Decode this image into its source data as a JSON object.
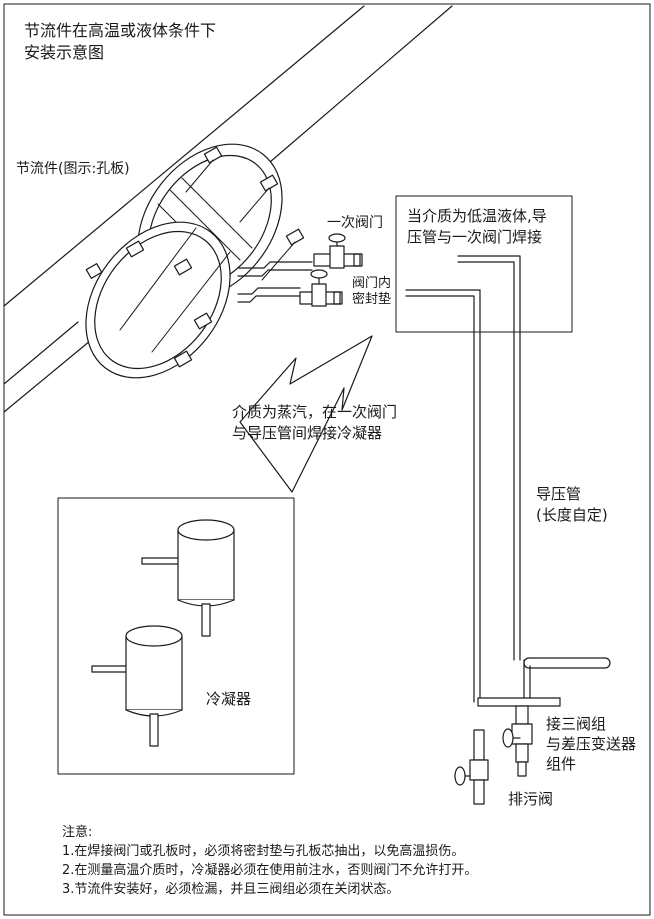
{
  "title": {
    "line1": "节流件在高温或液体条件下",
    "line2": "安装示意图"
  },
  "labels": {
    "throttle": "节流件(图示:孔板)",
    "primary_valve": "一次阀门",
    "valve_seal_1": "阀门内",
    "valve_seal_2": "密封垫",
    "low_temp_1": "当介质为低温液体,导",
    "low_temp_2": "压管与一次阀门焊接",
    "steam_1": "介质为蒸汽，在一次阀门",
    "steam_2": "与导压管间焊接冷凝器",
    "impulse_1": "导压管",
    "impulse_2": "(长度自定)",
    "condenser": "冷凝器",
    "manifold_1": "接三阀组",
    "manifold_2": "与差压变送器",
    "manifold_3": "组件",
    "drain": "排污阀"
  },
  "notes": {
    "heading": "注意:",
    "items": [
      "1.在焊接阀门或孔板时，必须将密封垫与孔板芯抽出，以免高温损伤。",
      "2.在测量高温介质时，冷凝器必须在使用前注水，否则阀门不允许打开。",
      "3.节流件安装好，必须检漏，并且三阀组必须在关闭状态。"
    ]
  }
}
